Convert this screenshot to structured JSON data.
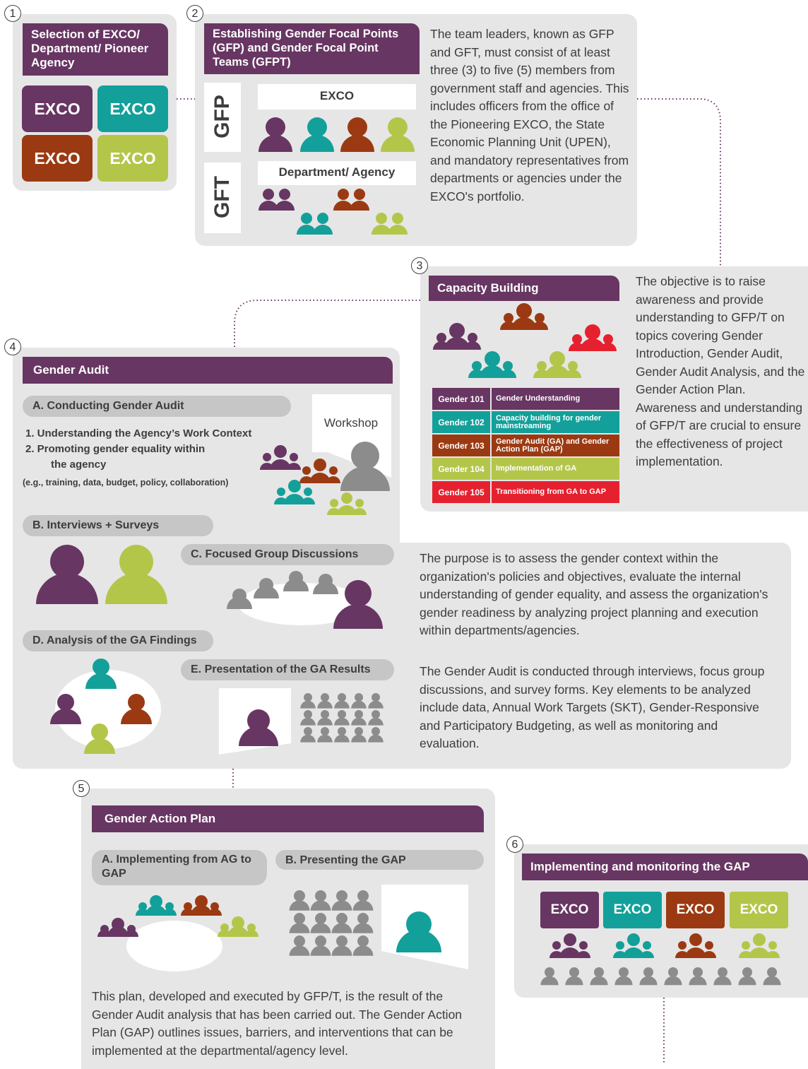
{
  "colors": {
    "purple": "#683663",
    "teal": "#13a09a",
    "rust": "#9b3a12",
    "lime": "#b4c64a",
    "red": "#e6212f",
    "gray": "#8c8c8c",
    "card": "#e6e6e6"
  },
  "step1": {
    "number": "1",
    "title": "Selection of EXCO/ Department/ Pioneer Agency",
    "tiles": [
      "EXCO",
      "EXCO",
      "EXCO",
      "EXCO"
    ]
  },
  "step2": {
    "number": "2",
    "title": "Establishing Gender Focal Points (GFP) and Gender Focal Point Teams (GFPT)",
    "gfp_label": "GFP",
    "gft_label": "GFT",
    "exco_label": "EXCO",
    "dept_label": "Department/ Agency",
    "description": "The team leaders, known as GFP and GFT, must consist of at least three (3) to five (5) members from government staff and agencies. This includes officers from the office of the Pioneering EXCO, the State Economic Planning Unit (UPEN), and mandatory representatives from departments or agencies under the EXCO's portfolio."
  },
  "step3": {
    "number": "3",
    "title": "Capacity Building",
    "modules": [
      {
        "code": "Gender 101",
        "topic": "Gender Understanding"
      },
      {
        "code": "Gender 102",
        "topic": "Capacity building for gender mainstreaming"
      },
      {
        "code": "Gender 103",
        "topic": "Gender Audit (GA) and Gender Action Plan (GAP)"
      },
      {
        "code": "Gender 104",
        "topic": "Implementation of GA"
      },
      {
        "code": "Gender 105",
        "topic": "Transitioning from GA to GAP"
      }
    ],
    "description": "The objective is to raise awareness and provide understanding to GFP/T on topics covering Gender Introduction, Gender Audit, Gender Audit Analysis, and the Gender Action Plan. Awareness and understanding of GFP/T are crucial to ensure the effectiveness of project implementation."
  },
  "step4": {
    "number": "4",
    "title": "Gender Audit",
    "a_title": "A. Conducting Gender Audit",
    "a_items": [
      "1.  Understanding the Agency’s Work Context",
      "2.  Promoting gender equality within",
      "the agency"
    ],
    "a_note": "(e.g., training, data, budget, policy, collaboration)",
    "workshop_label": "Workshop",
    "b_title": "B. Interviews + Surveys",
    "c_title": "C. Focused Group Discussions",
    "d_title": "D. Analysis of the GA Findings",
    "e_title": "E. Presentation of the GA Results",
    "description_1": "The purpose is to assess the gender context within the organization's policies and objectives, evaluate the internal understanding of gender equality, and assess the organization's gender readiness by analyzing project planning and execution within departments/agencies.",
    "description_2": "The Gender Audit is conducted through interviews, focus group discussions, and survey forms. Key elements to be analyzed include data, Annual Work Targets (SKT), Gender-Responsive and Participatory Budgeting, as well as monitoring and evaluation."
  },
  "step5": {
    "number": "5",
    "title": "Gender Action Plan",
    "a_title": "A. Implementing from AG to GAP",
    "b_title": "B. Presenting the GAP",
    "description": "This plan, developed and executed by GFP/T, is the result of the Gender Audit analysis that has been carried out. The Gender Action Plan (GAP) outlines issues, barriers, and interventions that can be implemented at the departmental/agency level."
  },
  "step6": {
    "number": "6",
    "title": "Implementing and monitoring the GAP",
    "tiles": [
      "EXCO",
      "EXCO",
      "EXCO",
      "EXCO"
    ]
  }
}
